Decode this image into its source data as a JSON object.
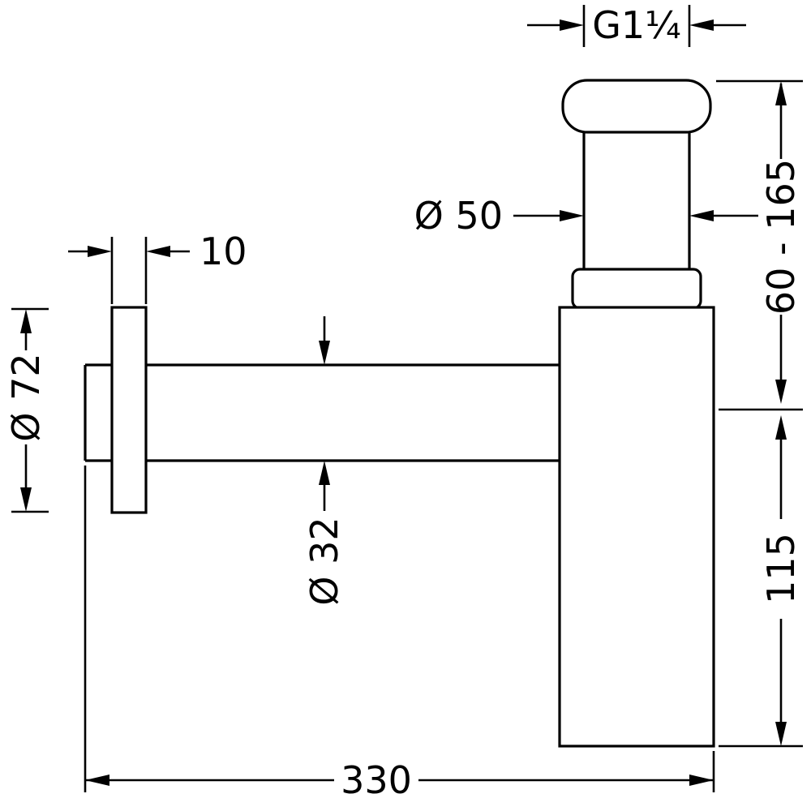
{
  "drawing": {
    "type": "technical-dimension-drawing",
    "subject": "bottle trap siphon with wall flange",
    "line_color": "#000000",
    "background_color": "#ffffff",
    "labels": {
      "thread": "G1¼",
      "inlet_diameter": "Ø 50",
      "adjustable_height": "60 - 165",
      "trap_body_height": "115",
      "flange_thickness": "10",
      "flange_diameter": "Ø 72",
      "wall_pipe_diameter": "Ø 32",
      "overall_depth": "330"
    }
  }
}
